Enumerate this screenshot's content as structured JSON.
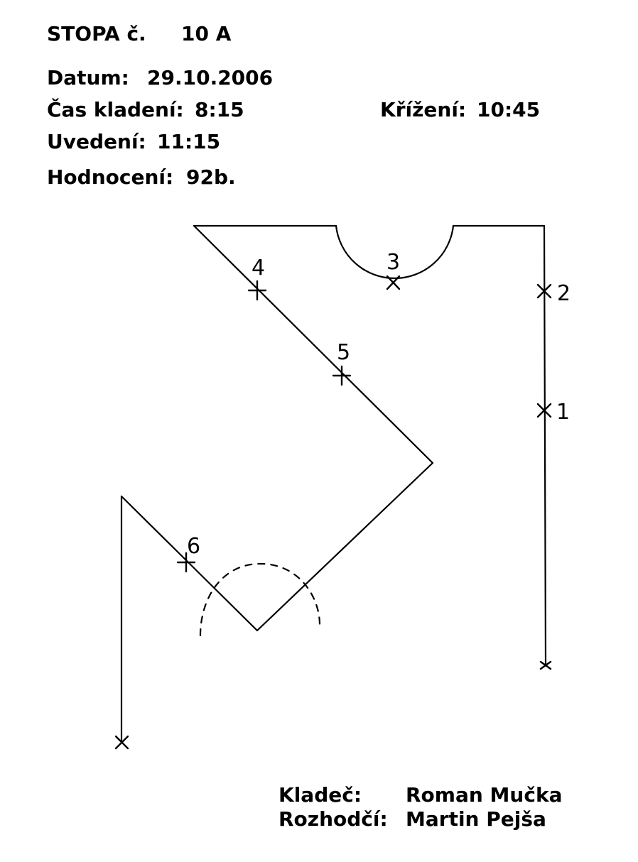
{
  "header": {
    "stopa_label": "STOPA č.",
    "stopa_value": "10 A",
    "datum_label": "Datum:",
    "datum_value": "29.10.2006",
    "cas_label": "Čas kladení:",
    "cas_value": "8:15",
    "krizeni_label": "Křížení:",
    "krizeni_value": "10:45",
    "uvedeni_label": "Uvedení:",
    "uvedeni_value": "11:15",
    "hodnoceni_label": "Hodnocení:",
    "hodnoceni_value": "92b."
  },
  "footer": {
    "kladec_label": "Kladeč:",
    "kladec_value": "Roman Mučka",
    "rozhodci_label": "Rozhodčí:",
    "rozhodci_value": "Martin Pejša"
  },
  "markers": {
    "m1": "1",
    "m2": "2",
    "m3": "3",
    "m4": "4",
    "m5": "5",
    "m6": "6"
  },
  "colors": {
    "ink": "#000000",
    "paper": "#ffffff"
  }
}
